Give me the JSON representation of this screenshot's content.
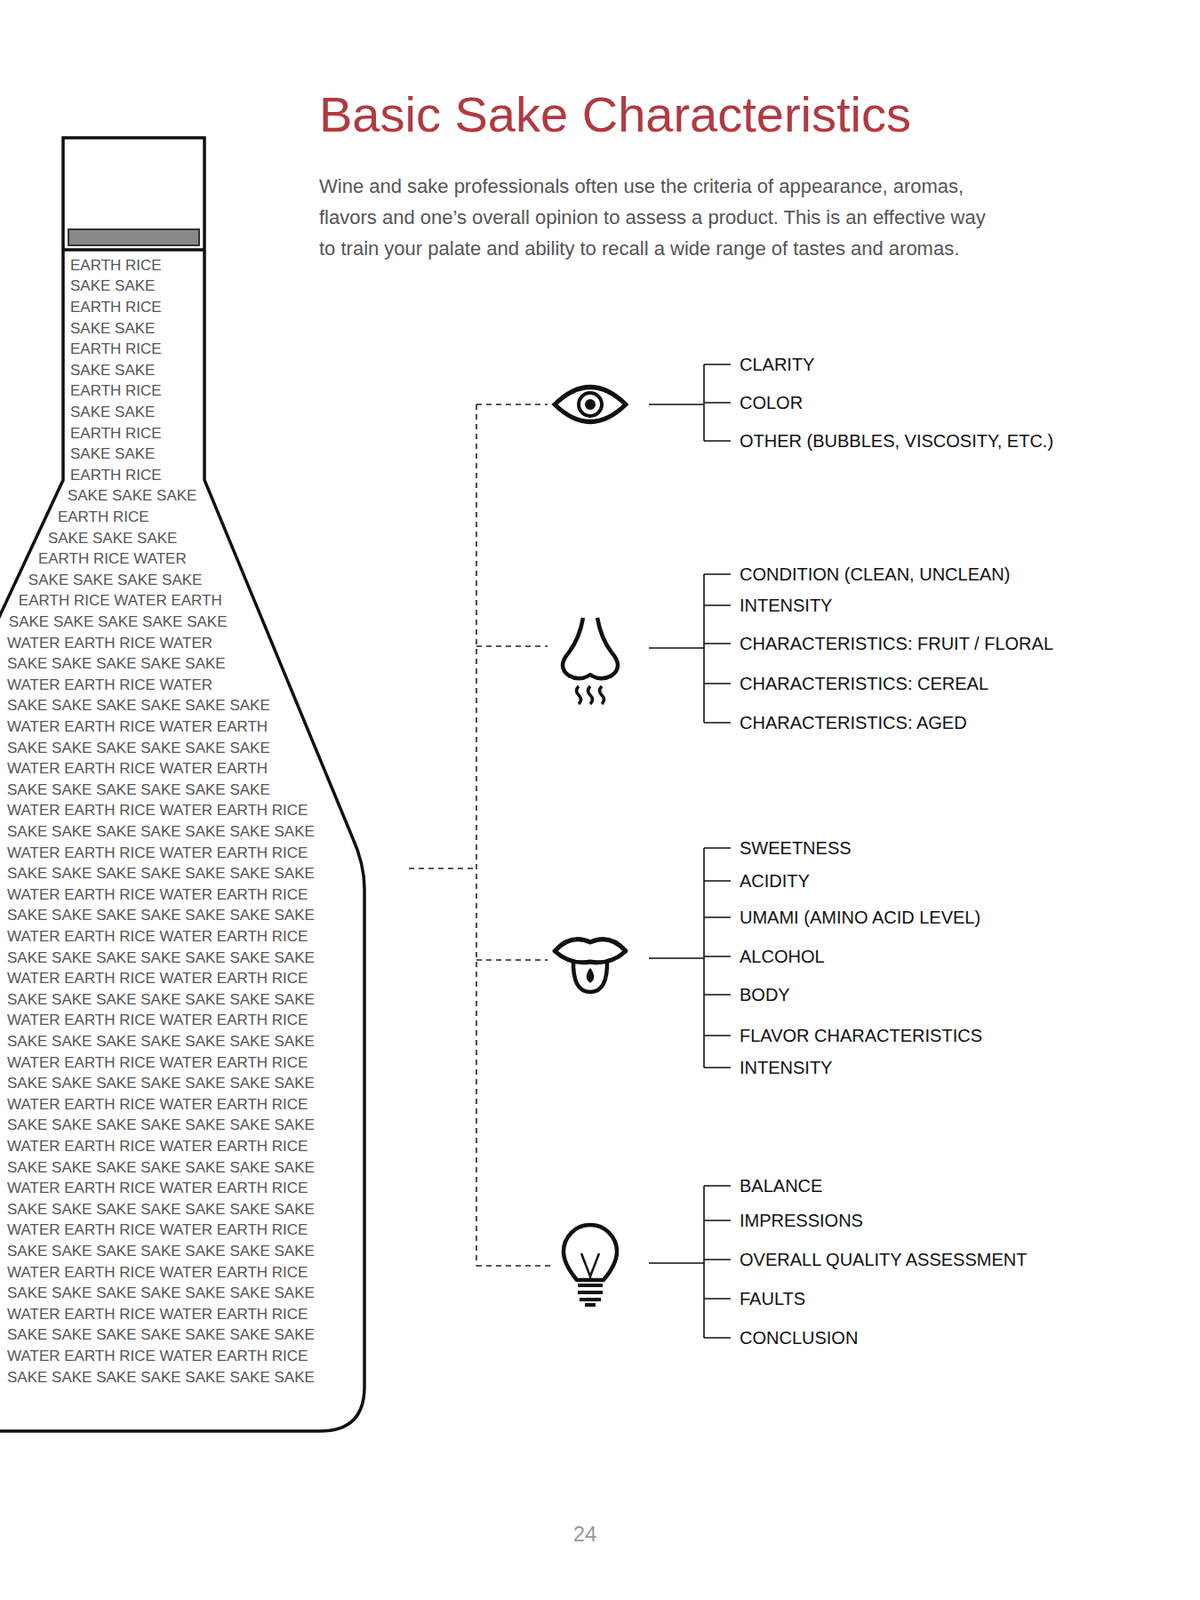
{
  "diagram": {
    "title": "Basic Sake Characteristics",
    "labels": [
      "Wine and sake professionals often use the criteria of appearance, aromas, flavors and one’s overall opinion to assess a product. This is an effective way to train your palate and ability to recall a wide range of tastes and aromas.",
      "CLARITY",
      "COLOR",
      "OTHER (BUBBLES, VISCOSITY, ETC.)",
      "CONDITION (CLEAN, UNCLEAN)",
      "INTENSITY",
      "CHARACTERISTICS: FRUIT / FLORAL",
      "CHARACTERISTICS: CEREAL",
      "CHARACTERISTICS: AGED",
      "SWEETNESS",
      "ACIDITY",
      "UMAMI (AMINO ACID LEVEL)",
      "ALCOHOL",
      "BODY",
      "FLAVOR CHARACTERISTICS",
      "INTENSITY",
      "BALANCE",
      "IMPRESSIONS",
      "OVERALL QUALITY ASSESSMENT",
      "FAULTS",
      "CONCLUSION",
      "24",
      "EARTH RICE",
      "SAKE SAKE",
      "EARTH RICE",
      "SAKE SAKE",
      "EARTH RICE",
      "SAKE SAKE",
      "EARTH RICE",
      "SAKE SAKE",
      "EARTH RICE",
      "SAKE SAKE",
      "EARTH RICE",
      "SAKE SAKE SAKE",
      "EARTH RICE",
      "SAKE SAKE SAKE",
      "EARTH RICE WATER",
      "SAKE SAKE SAKE SAKE",
      "EARTH RICE WATER EARTH",
      "SAKE SAKE SAKE SAKE SAKE",
      "WATER EARTH RICE WATER",
      "SAKE SAKE SAKE SAKE SAKE",
      "WATER EARTH RICE WATER",
      "SAKE SAKE SAKE SAKE SAKE SAKE",
      "WATER EARTH RICE WATER EARTH",
      "SAKE SAKE SAKE SAKE SAKE SAKE",
      "WATER EARTH RICE WATER EARTH",
      "SAKE SAKE SAKE SAKE SAKE SAKE",
      "WATER EARTH RICE WATER EARTH RICE",
      "SAKE SAKE SAKE SAKE SAKE SAKE SAKE",
      "WATER EARTH RICE WATER EARTH RICE",
      "SAKE SAKE SAKE SAKE SAKE SAKE SAKE",
      "WATER EARTH RICE WATER EARTH RICE",
      "SAKE SAKE SAKE SAKE SAKE SAKE SAKE",
      "WATER EARTH RICE WATER EARTH RICE",
      "SAKE SAKE SAKE SAKE SAKE SAKE SAKE",
      "WATER EARTH RICE WATER EARTH RICE",
      "SAKE SAKE SAKE SAKE SAKE SAKE SAKE",
      "WATER EARTH RICE WATER EARTH RICE",
      "SAKE SAKE SAKE SAKE SAKE SAKE SAKE",
      "WATER EARTH RICE WATER EARTH RICE",
      "SAKE SAKE SAKE SAKE SAKE SAKE SAKE",
      "WATER EARTH RICE WATER EARTH RICE",
      "SAKE SAKE SAKE SAKE SAKE SAKE SAKE",
      "WATER EARTH RICE WATER EARTH RICE",
      "SAKE SAKE SAKE SAKE SAKE SAKE SAKE",
      "WATER EARTH RICE WATER EARTH RICE",
      "SAKE SAKE SAKE SAKE SAKE SAKE SAKE",
      "WATER EARTH RICE WATER EARTH RICE",
      "SAKE SAKE SAKE SAKE SAKE SAKE SAKE",
      "WATER EARTH RICE WATER EARTH RICE",
      "SAKE SAKE SAKE SAKE SAKE SAKE SAKE",
      "WATER EARTH RICE WATER EARTH RICE",
      "SAKE SAKE SAKE SAKE SAKE SAKE SAKE",
      "WATER EARTH RICE WATER EARTH RICE",
      "SAKE SAKE SAKE SAKE SAKE SAKE SAKE"
    ]
  }
}
